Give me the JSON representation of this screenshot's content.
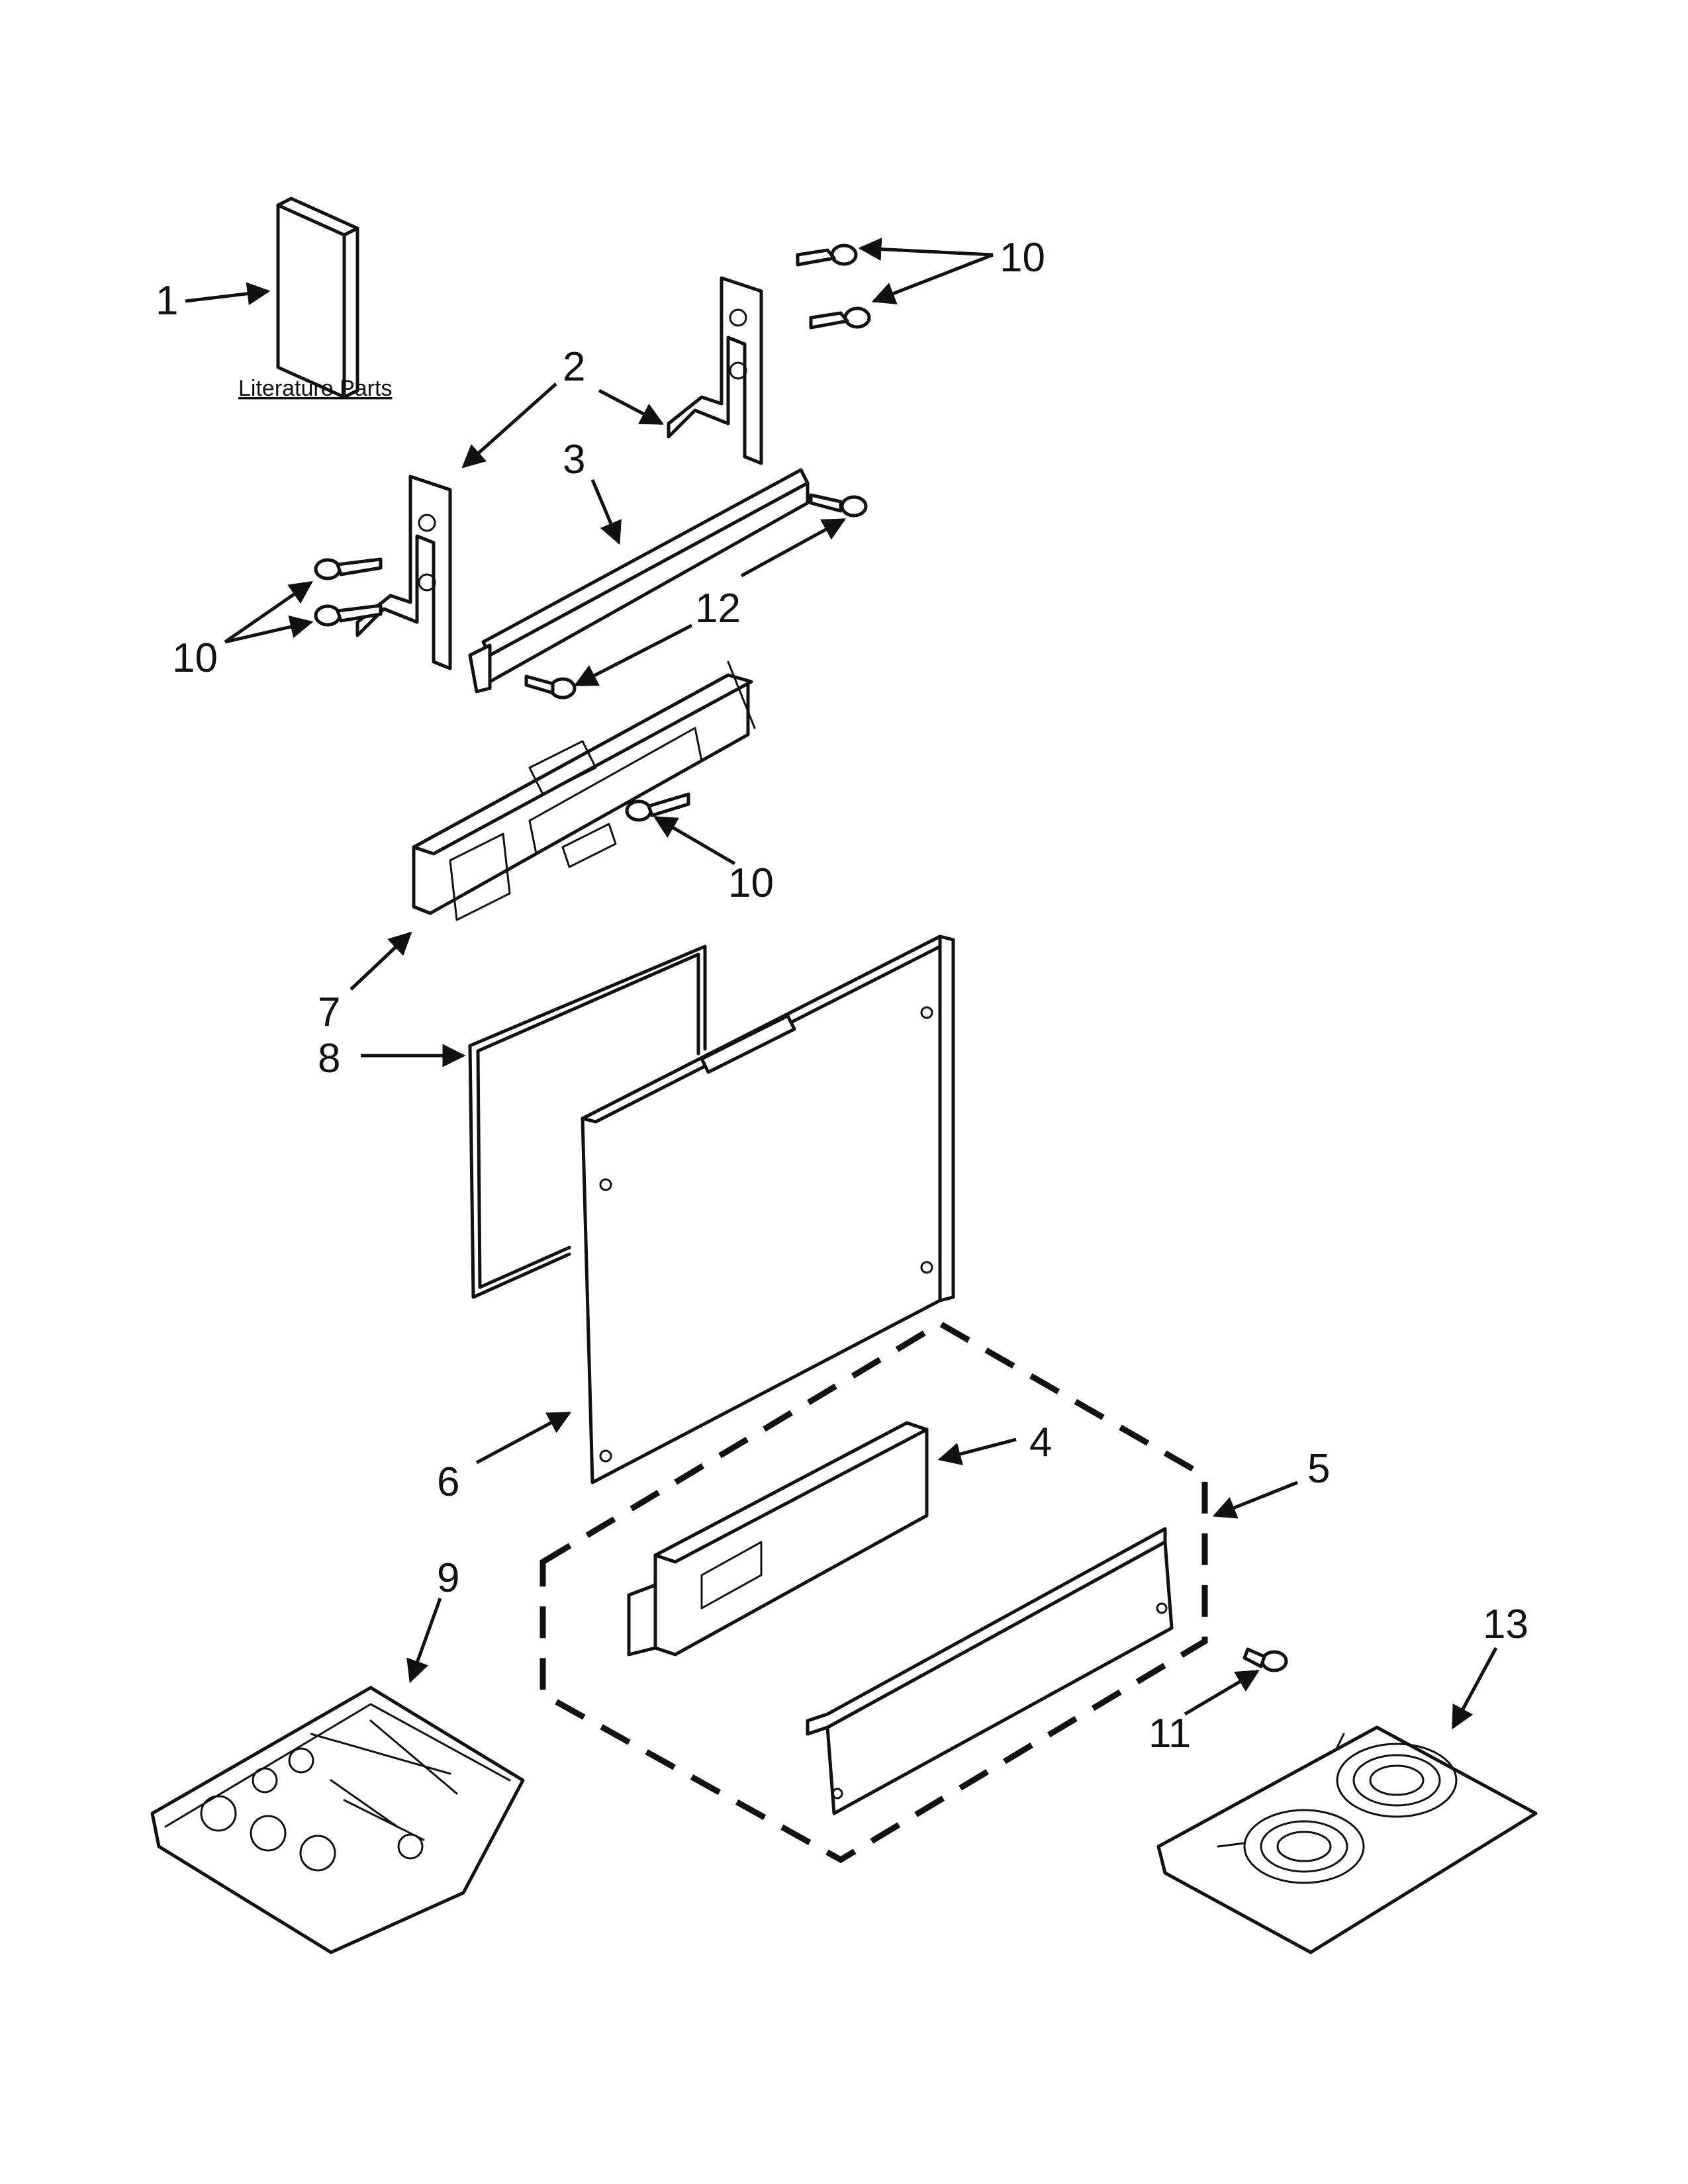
{
  "diagram": {
    "caption": "Literature Parts",
    "callouts": {
      "c1": "1",
      "c2": "2",
      "c3": "3",
      "c4": "4",
      "c5": "5",
      "c6": "6",
      "c7": "7",
      "c8": "8",
      "c9": "9",
      "c10a": "10",
      "c10b": "10",
      "c10c": "10",
      "c11": "11",
      "c12": "12",
      "c13": "13"
    }
  }
}
